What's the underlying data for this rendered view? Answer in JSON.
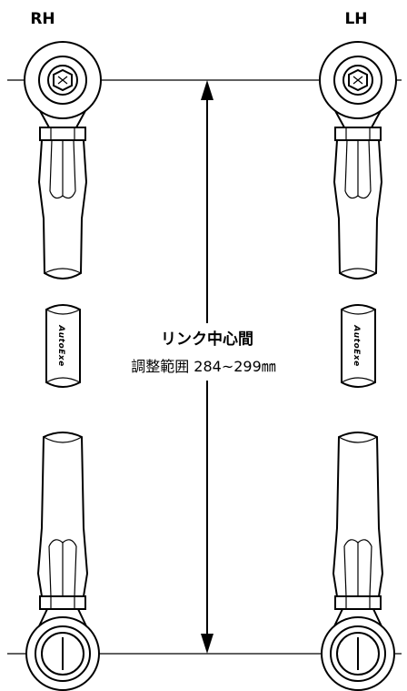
{
  "labels": {
    "right_side": "RH",
    "left_side": "LH"
  },
  "brand": {
    "text": "AutoExe"
  },
  "dimension": {
    "title": "リンク中心間",
    "range": "調整範囲 284~299㎜"
  },
  "colors": {
    "line": "#000000",
    "background": "#ffffff"
  }
}
